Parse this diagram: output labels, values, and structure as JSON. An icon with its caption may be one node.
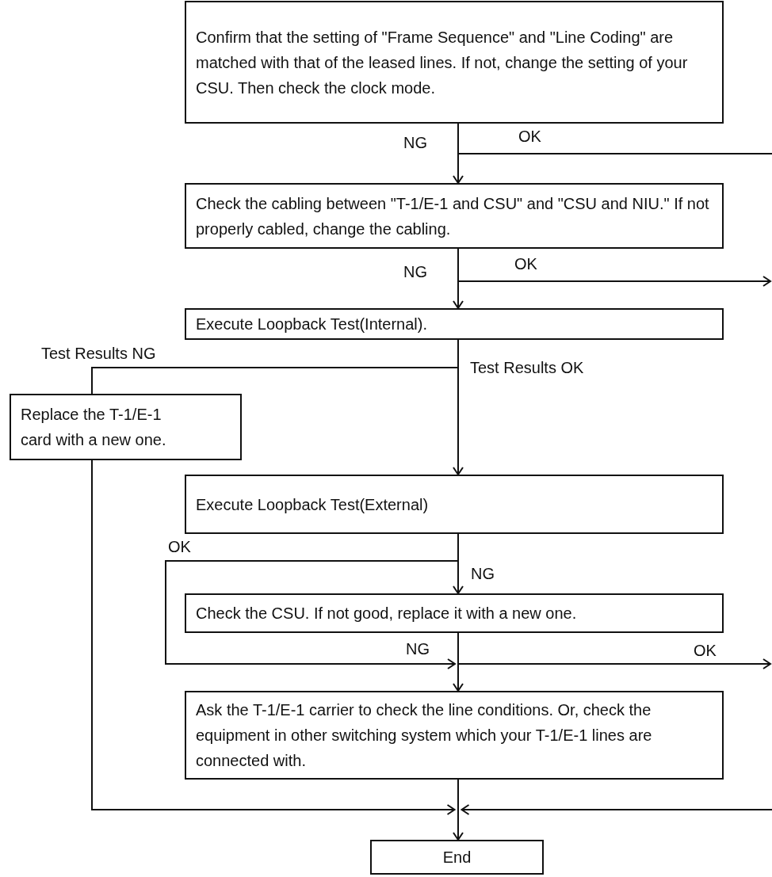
{
  "diagram": {
    "nodes": [
      {
        "text": [
          "Confirm that the setting of \"Frame Sequence\" and \"Line Coding\" are matched with that of the leased lines. If not, change the setting of your CSU. Then check the clock mode."
        ]
      },
      {
        "text": [
          "Check the cabling between \"T-1/E-1 and CSU\" and \"CSU and NIU.\" If not properly cabled, change the cabling."
        ]
      },
      {
        "text": [
          "Execute Loopback Test(Internal)."
        ]
      },
      {
        "text": [
          "Replace the T-1/E-1 card with a new one."
        ]
      },
      {
        "text": [
          "Execute Loopback Test(External)"
        ]
      },
      {
        "text": [
          "Check the CSU. If not good, replace it with a new one."
        ]
      },
      {
        "text": [
          "Ask the T-1/E-1 carrier to check the line conditions. Or, check the equipment in other switching system which your T-1/E-1 lines are connected with."
        ]
      },
      {
        "text": [
          "End"
        ]
      }
    ],
    "edges": [
      {
        "from": 0,
        "to": 1,
        "arrow": "to",
        "label": "NG"
      },
      {
        "from": 0,
        "to": null,
        "arrow": "none",
        "label": "OK"
      },
      {
        "from": 1,
        "to": 2,
        "arrow": "to",
        "label": "NG"
      },
      {
        "from": 1,
        "to": null,
        "arrow": "to",
        "label": "OK"
      },
      {
        "from": 2,
        "to": 3,
        "arrow": "none",
        "label": "Test Results NG"
      },
      {
        "from": 2,
        "to": 4,
        "arrow": "to",
        "label": "Test Results OK"
      },
      {
        "from": 4,
        "to": 5,
        "arrow": "to",
        "label": "NG"
      },
      {
        "from": 4,
        "to": 6,
        "arrow": "to",
        "label": "OK"
      },
      {
        "from": 5,
        "to": 6,
        "arrow": "to"
      },
      {
        "from": 5,
        "to": null,
        "arrow": "to",
        "label": "OK"
      },
      {
        "from": 6,
        "to": 7,
        "arrow": "to"
      },
      {
        "from": 3,
        "to": 7,
        "arrow": "to"
      },
      {
        "from": null,
        "to": 7,
        "arrow": "to"
      }
    ],
    "labels": [
      "NG"
    ]
  }
}
